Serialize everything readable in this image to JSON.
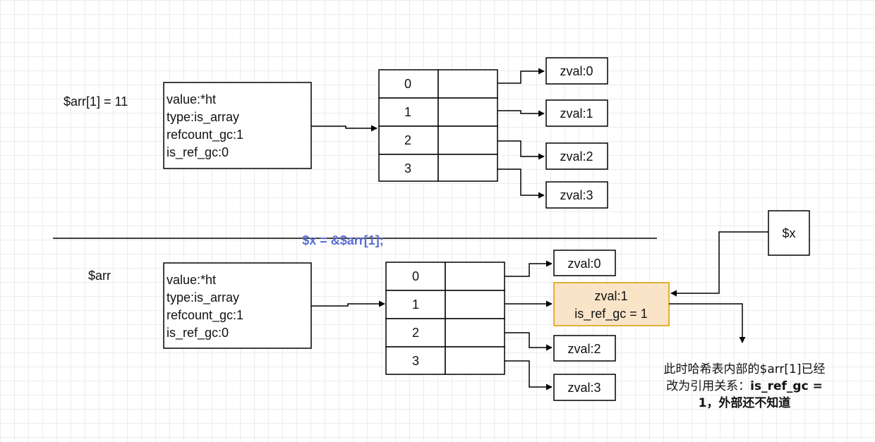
{
  "diagram": {
    "before": {
      "caption": "$arr[1] = 11",
      "zval_box": [
        "value:*ht",
        "type:is_array",
        "refcount_gc:1",
        "is_ref_gc:0"
      ],
      "hash_keys": [
        "0",
        "1",
        "2",
        "3"
      ],
      "buckets": [
        "zval:0",
        "zval:1",
        "zval:2",
        "zval:3"
      ]
    },
    "separator_label": "$x = &$arr[1];",
    "after": {
      "caption": "$arr",
      "zval_box": [
        "value:*ht",
        "type:is_array",
        "refcount_gc:1",
        "is_ref_gc:0"
      ],
      "hash_keys": [
        "0",
        "1",
        "2",
        "3"
      ],
      "buckets": [
        "zval:0",
        "zval:2",
        "zval:3"
      ],
      "highlighted_bucket": [
        "zval:1",
        "is_ref_gc = 1"
      ],
      "ref_var": "$x"
    },
    "note": {
      "line1": "此时哈希表内部的$arr[1]已经",
      "line2_prefix": "改为引用关系：",
      "line2_bold": "is_ref_gc =",
      "line3": "1，外部还不知道"
    },
    "colors": {
      "separator_label": "#5b6fd6",
      "highlight_fill": "#fae4c8",
      "highlight_stroke": "#d79b00"
    }
  }
}
